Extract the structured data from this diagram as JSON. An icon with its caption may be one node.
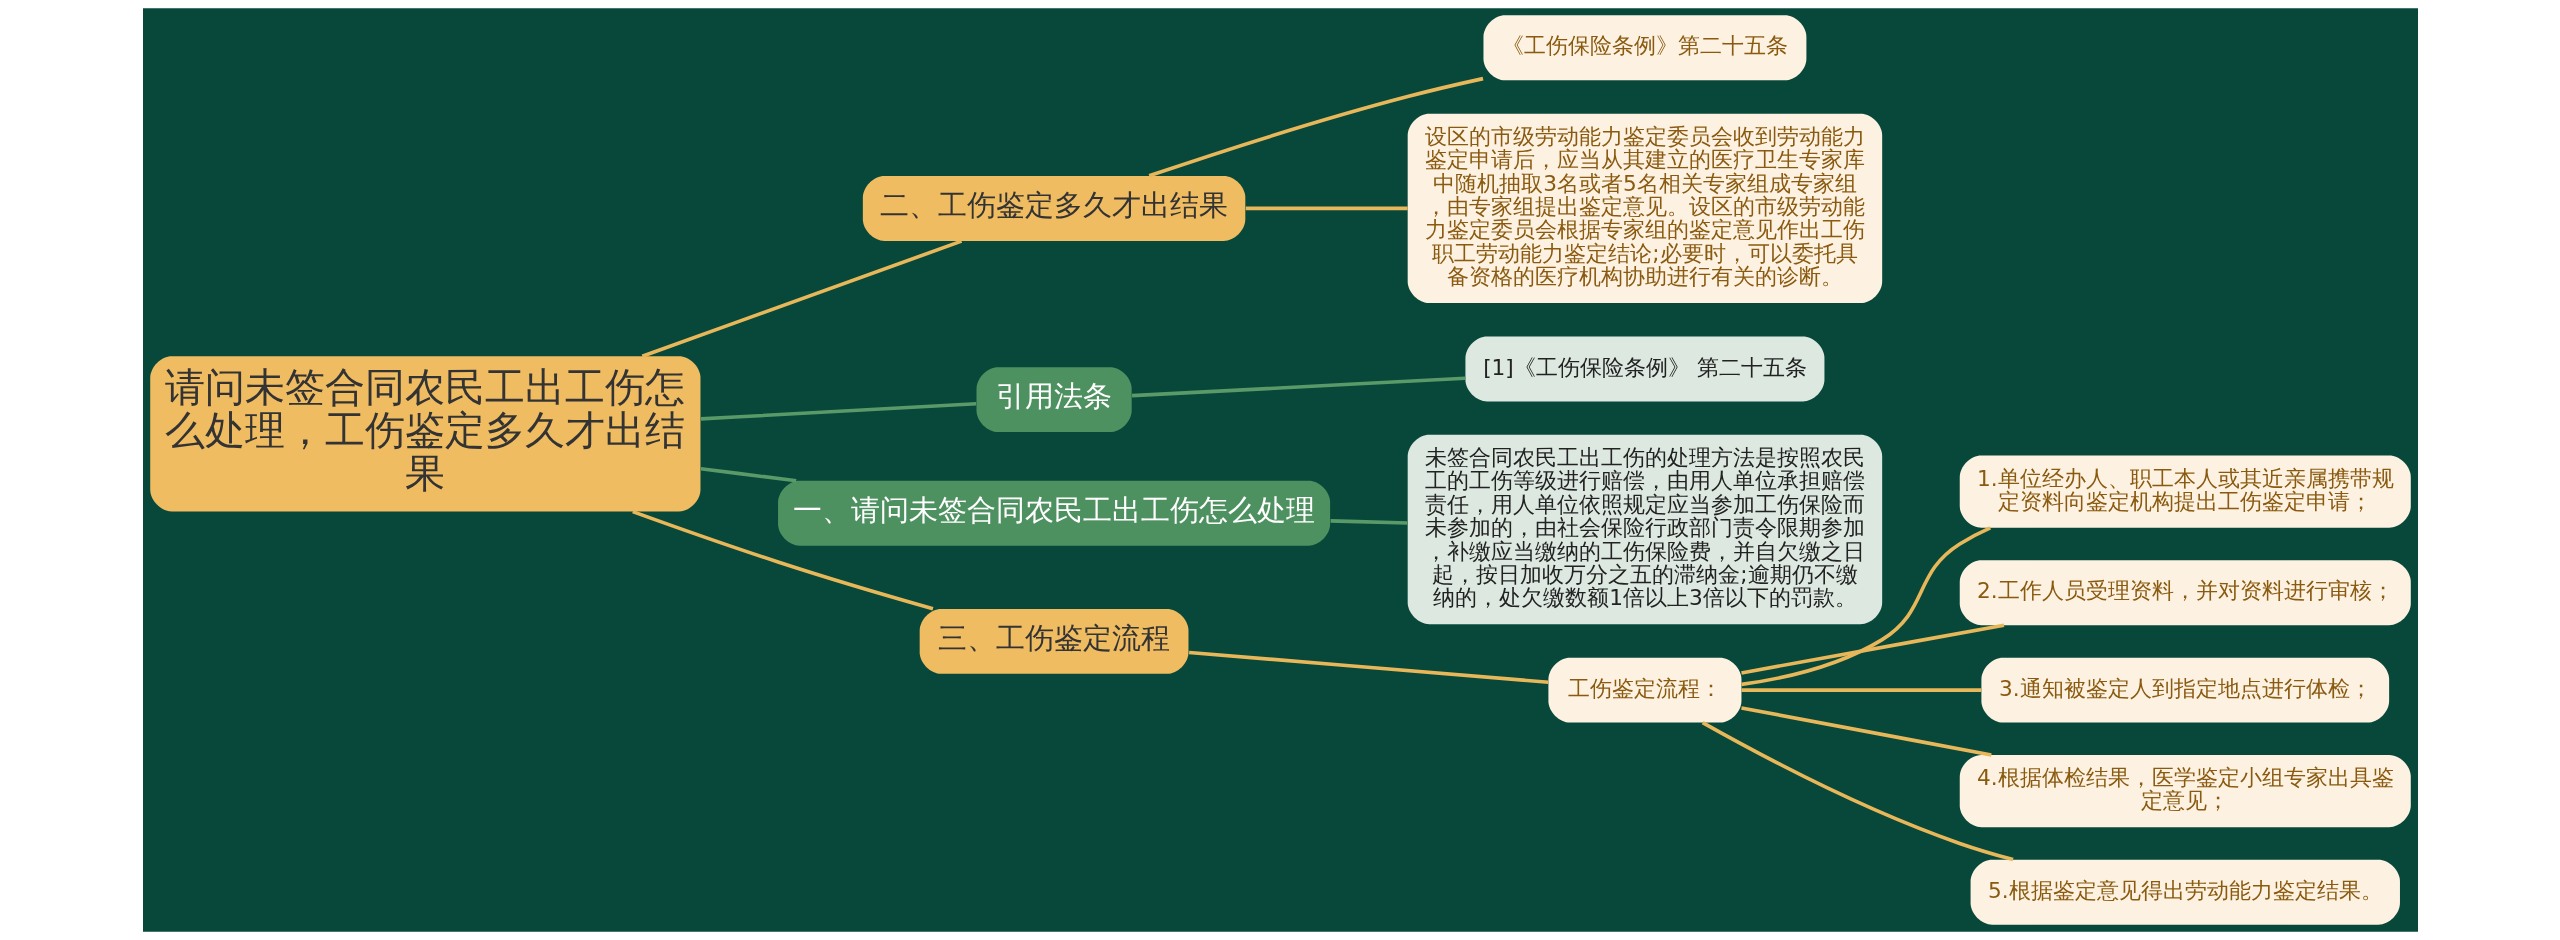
{
  "diagram": {
    "nodes": [
      {
        "text": [
          "请问未签合同农民工出工伤怎么处理，工伤鉴定多久才出结果"
        ]
      },
      {
        "text": [
          "二、工伤鉴定多久才出结果"
        ]
      },
      {
        "text": [
          "《工伤保险条例》第二十五条"
        ]
      },
      {
        "text": [
          "设区的市级劳动能力鉴定委员会收到劳动能力鉴定申请后，应当从其建立的医疗卫生专家库中随机抽取3名或者5名相关专家组成专家组，由专家组提出鉴定意见。设区的市级劳动能力鉴定委员会根据专家组的鉴定意见作出工伤职工劳动能力鉴定结论;必要时，可以委托具备资格的医疗机构协助进行有关的诊断。"
        ]
      },
      {
        "text": [
          "引用法条"
        ]
      },
      {
        "text": [
          "[1]《工伤保险条例》 第二十五条"
        ]
      },
      {
        "text": [
          "一、请问未签合同农民工出工伤怎么处理"
        ]
      },
      {
        "text": [
          "未签合同农民工出工伤的处理方法是按照农民工的工伤等级进行赔偿，由用人单位承担赔偿责任，用人单位依照规定应当参加工伤保险而未参加的，由社会保险行政部门责令限期参加，补缴应当缴纳的工伤保险费，并自欠缴之日起，按日加收万分之五的滞纳金;逾期仍不缴纳的，处欠缴数额1倍以上3倍以下的罚款。"
        ]
      },
      {
        "text": [
          "三、工伤鉴定流程"
        ]
      },
      {
        "text": [
          "工伤鉴定流程："
        ]
      },
      {
        "text": [
          "1.单位经办人、职工本人或其近亲属携带规定资料向鉴定机构提出工伤鉴定申请；"
        ]
      },
      {
        "text": [
          "2.工作人员受理资料，并对资料进行审核；"
        ]
      },
      {
        "text": [
          "3.通知被鉴定人到指定地点进行体检；"
        ]
      },
      {
        "text": [
          "4.根据体检结果，医学鉴定小组专家出具鉴定意见；"
        ]
      },
      {
        "text": [
          "5.根据鉴定意见得出劳动能力鉴定结果。"
        ]
      }
    ],
    "edges": [
      {
        "from": 0,
        "to": 1,
        "arrow": "none"
      },
      {
        "from": 1,
        "to": 2,
        "arrow": "none"
      },
      {
        "from": 1,
        "to": 3,
        "arrow": "none"
      },
      {
        "from": 0,
        "to": 4,
        "arrow": "none",
        "color": "#5a9a68"
      },
      {
        "from": 4,
        "to": 5,
        "arrow": "none",
        "color": "#5a9a68"
      },
      {
        "from": 0,
        "to": 6,
        "arrow": "none",
        "color": "#5a9a68"
      },
      {
        "from": 6,
        "to": 7,
        "arrow": "none",
        "color": "#5a9a68"
      },
      {
        "from": 0,
        "to": 8,
        "arrow": "none"
      },
      {
        "from": 8,
        "to": 9,
        "arrow": "none"
      },
      {
        "from": 9,
        "to": 10,
        "arrow": "none"
      },
      {
        "from": 9,
        "to": 11,
        "arrow": "none"
      },
      {
        "from": 9,
        "to": 12,
        "arrow": "none"
      },
      {
        "from": 9,
        "to": 13,
        "arrow": "none"
      },
      {
        "from": 9,
        "to": 14,
        "arrow": "none"
      }
    ]
  }
}
